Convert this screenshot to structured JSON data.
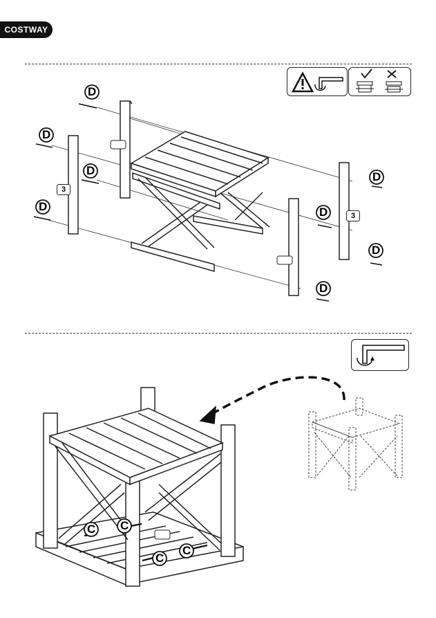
{
  "brand": {
    "logo_text": "COSTWAY"
  },
  "step1": {
    "screw_label": "D",
    "part_number": "3"
  },
  "step2": {
    "screw_label": "C"
  }
}
